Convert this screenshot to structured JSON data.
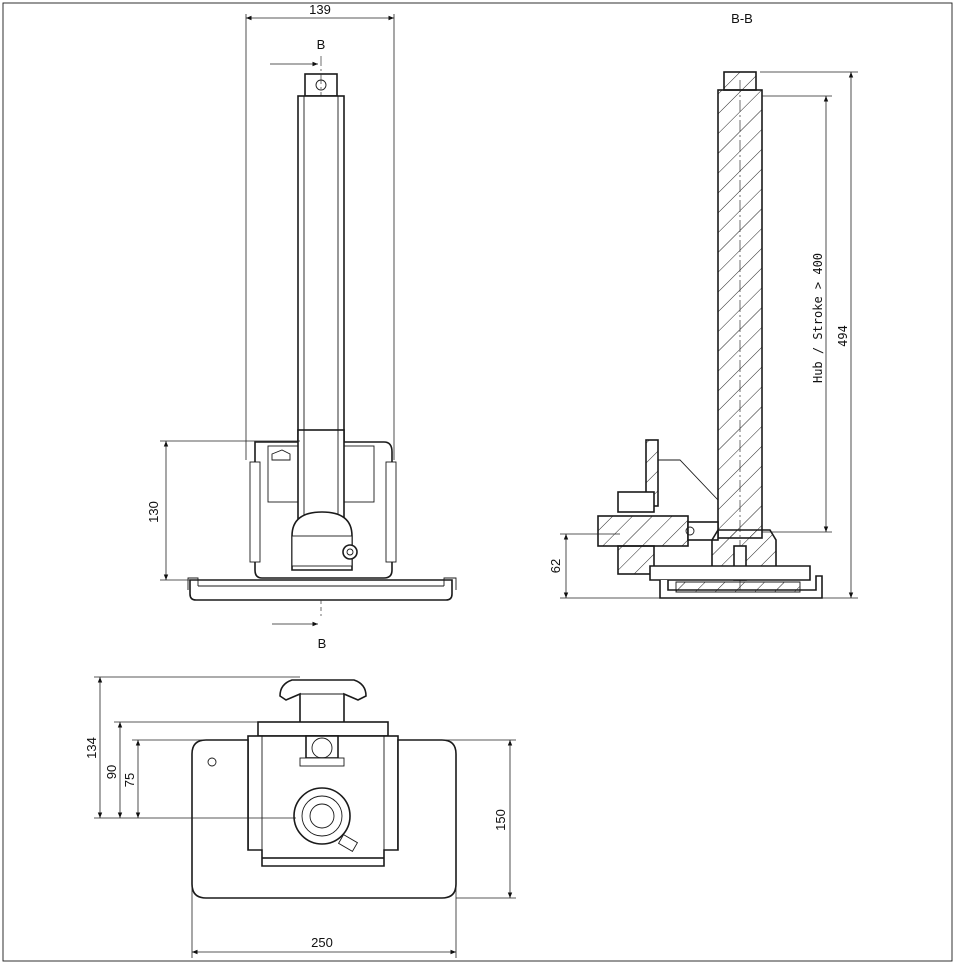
{
  "section_label": "B-B",
  "cut_marker_top": "B",
  "cut_marker_bottom": "B",
  "dimensions": {
    "width_top": "139",
    "height_mount": "130",
    "height_base": "62",
    "stroke_label": "Hub / Stroke > 400",
    "total_height": "494",
    "plan_134": "134",
    "plan_90": "90",
    "plan_75": "75",
    "plan_150": "150",
    "plan_250": "250"
  },
  "colors": {
    "line": "#1a1a1a",
    "background": "#ffffff"
  }
}
